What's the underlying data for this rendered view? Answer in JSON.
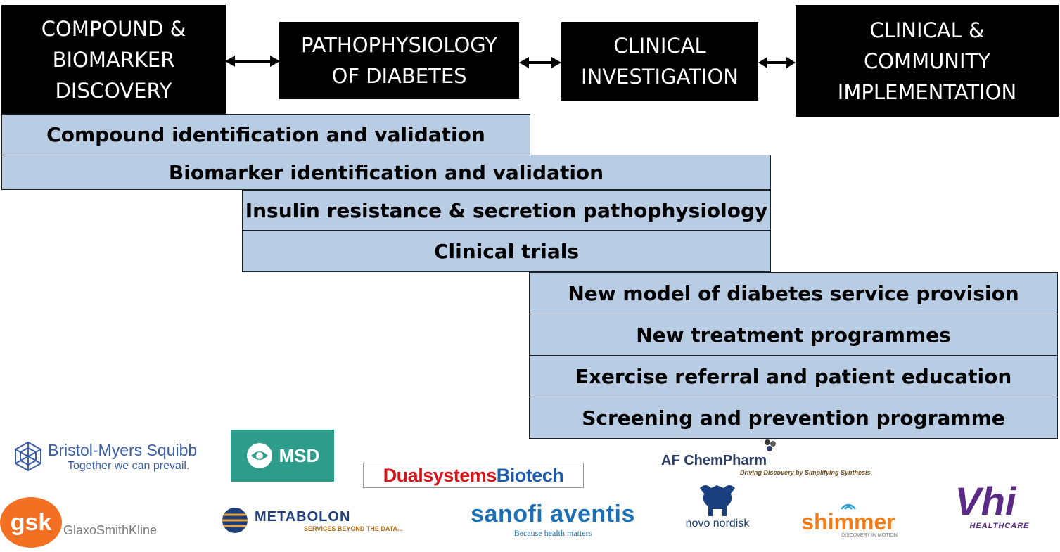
{
  "stages": [
    {
      "label": "COMPOUND &\nBIOMARKER\nDISCOVERY"
    },
    {
      "label": "PATHOPHYSIOLOGY\nOF DIABETES"
    },
    {
      "label": "CLINICAL\nINVESTIGATION"
    },
    {
      "label": "CLINICAL &\nCOMMUNITY\nIMPLEMENTATION"
    }
  ],
  "activities": [
    {
      "label": "Compound identification and validation"
    },
    {
      "label": "Biomarker identification and validation"
    },
    {
      "label": "Insulin resistance & secretion pathophysiology"
    },
    {
      "label": "Clinical trials"
    },
    {
      "label": "New model of diabetes service provision"
    },
    {
      "label": "New treatment programmes"
    },
    {
      "label": "Exercise referral and patient education"
    },
    {
      "label": "Screening and prevention programme"
    }
  ],
  "logos": {
    "bms": {
      "name": "Bristol-Myers Squibb",
      "tagline": "Together we can prevail."
    },
    "msd": {
      "name": "MSD"
    },
    "dualsystems": {
      "part1": "Dualsystems",
      "part2": "Biotech"
    },
    "afchempharm": {
      "name": "AF ChemPharm",
      "tagline": "Driving Discovery by Simplifying Synthesis"
    },
    "gsk": {
      "mark": "gsk",
      "name": "GlaxoSmithKline"
    },
    "metabolon": {
      "name": "METABOLON",
      "tagline": "SERVICES BEYOND THE DATA..."
    },
    "sanofi": {
      "name": "sanofi aventis",
      "tagline": "Because health matters"
    },
    "novo": {
      "name": "novo nordisk"
    },
    "shimmer": {
      "name": "shimmer",
      "tagline": "DISCOVERY IN MOTION"
    },
    "vhi": {
      "name": "Vhi",
      "tagline": "HEALTHCARE"
    }
  },
  "colors": {
    "stage_bg": "#000000",
    "bar_fill": "#b8cce4",
    "msd_green": "#2e9c8a",
    "gsk_orange": "#f36f21",
    "dual_red": "#d7141a",
    "dual_blue": "#1d5aa8",
    "shimmer_orange": "#f07d1a",
    "vhi_purple": "#5b2a86",
    "sanofi_blue": "#1c6fb5"
  }
}
